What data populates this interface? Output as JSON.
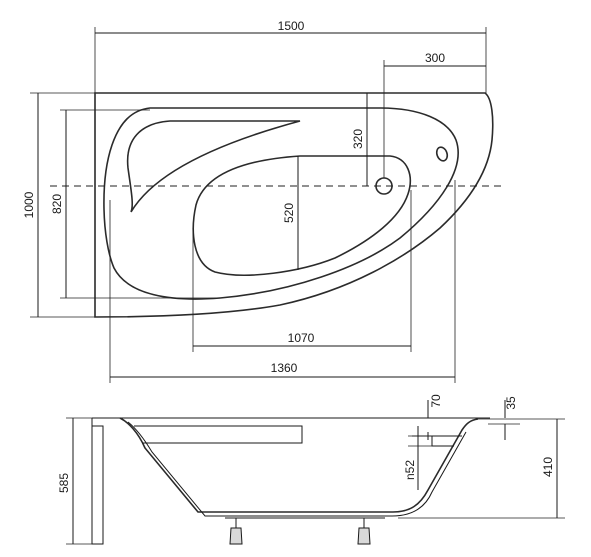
{
  "top_view": {
    "dimensions": {
      "overall_length": "1500",
      "outlet_offset": "300",
      "outlet_depth": "320",
      "overall_width": "1000",
      "inner_width": "820",
      "basin_width": "520",
      "basin_length": "1070",
      "inner_length": "1360"
    }
  },
  "side_view": {
    "dimensions": {
      "total_height": "585",
      "rim_height": "70",
      "rim_thickness": "35",
      "overflow_drop": "n52",
      "tub_depth": "410"
    }
  }
}
